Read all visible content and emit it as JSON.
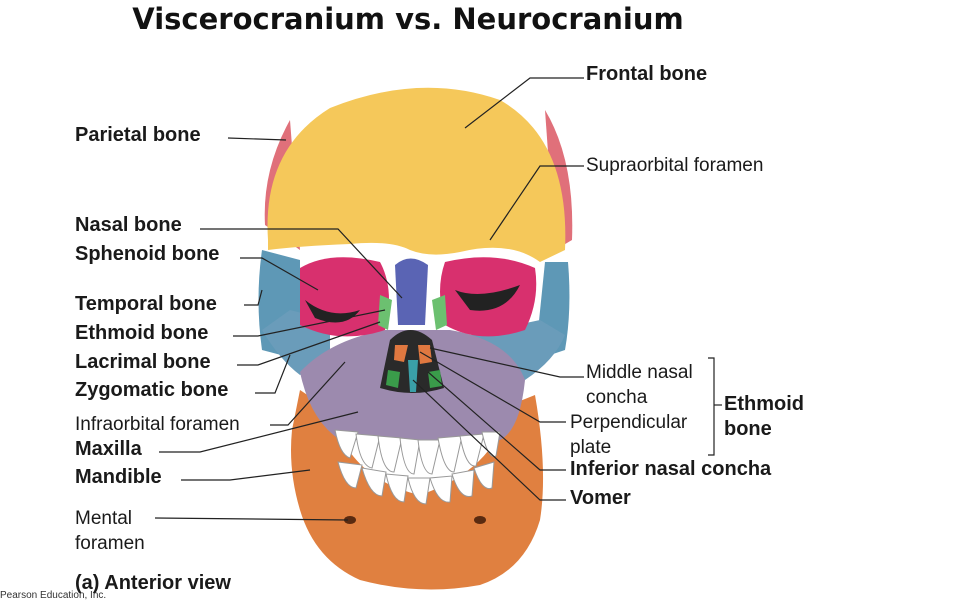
{
  "title": "Viscerocranium vs. Neurocranium",
  "labels": {
    "frontal_bone": "Frontal bone",
    "supraorbital_foramen": "Supraorbital foramen",
    "parietal_bone": "Parietal bone",
    "nasal_bone": "Nasal bone",
    "sphenoid_bone": "Sphenoid bone",
    "temporal_bone": "Temporal bone",
    "ethmoid_bone": "Ethmoid bone",
    "lacrimal_bone": "Lacrimal bone",
    "zygomatic_bone": "Zygomatic bone",
    "infraorbital_foramen": "Infraorbital foramen",
    "maxilla": "Maxilla",
    "mandible": "Mandible",
    "mental_foramen_1": "Mental",
    "mental_foramen_2": "foramen",
    "middle_nasal_concha_1": "Middle nasal",
    "middle_nasal_concha_2": "concha",
    "perpendicular_plate_1": "Perpendicular",
    "perpendicular_plate_2": "plate",
    "inferior_nasal_concha": "Inferior nasal concha",
    "vomer": "Vomer",
    "ethmoid_group_1": "Ethmoid",
    "ethmoid_group_2": "bone"
  },
  "caption": "(a) Anterior view",
  "copyright": "Pearson Education, Inc.",
  "colors": {
    "frontal": "#f5c85a",
    "parietal": "#e0707a",
    "sphenoid": "#d8306e",
    "temporal": "#5e98b6",
    "zygomatic": "#6a9cba",
    "maxilla": "#9c8aae",
    "mandible": "#e08040",
    "nasal": "#5a64b4",
    "ethmoid": "#6cc070",
    "vomer": "#3aa0a8",
    "conchae": "#e07840"
  }
}
